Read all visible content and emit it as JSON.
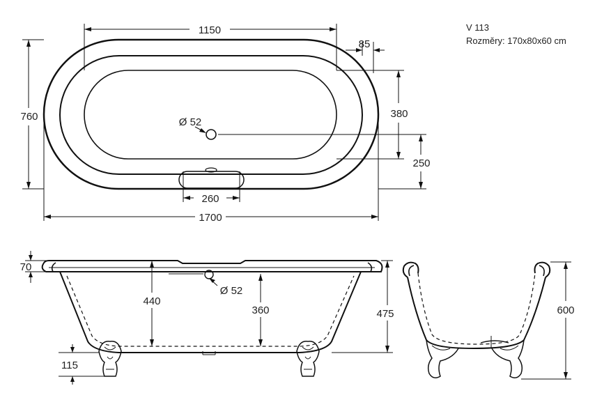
{
  "info": {
    "model": "V 113",
    "size": "Rozměry: 170x80x60 cm"
  },
  "top_view": {
    "inner_length": "1150",
    "rim_width": "85",
    "height": "760",
    "inner_half_width": "380",
    "drain_offset": "250",
    "drain_diameter": "Ø 52",
    "overflow_width": "260",
    "total_length": "1700"
  },
  "side_view": {
    "rim_thickness": "70",
    "inner_depth": "440",
    "drain_depth": "360",
    "height": "475",
    "drain_diameter": "Ø 52",
    "foot_height": "115"
  },
  "end_view": {
    "total_height": "600"
  }
}
